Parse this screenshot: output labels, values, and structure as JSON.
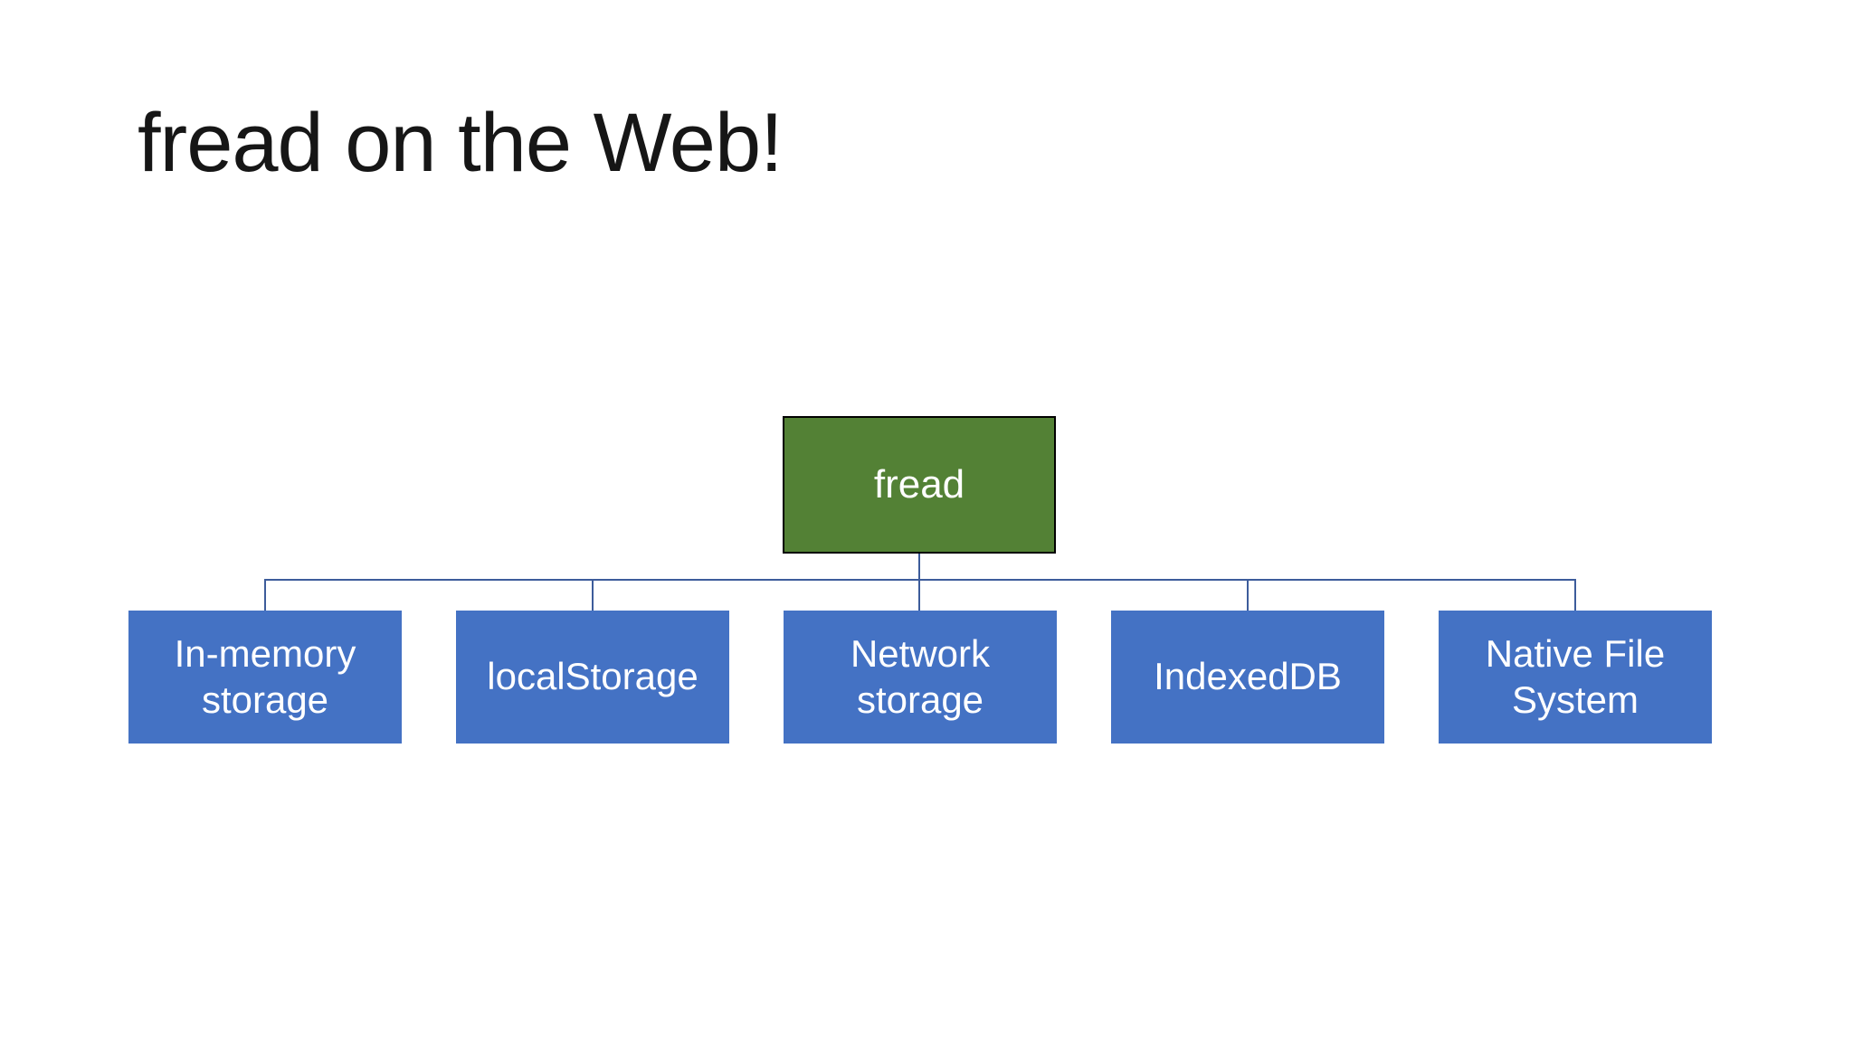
{
  "slide": {
    "title": "fread on the Web!"
  },
  "diagram": {
    "root": {
      "label": "fread"
    },
    "children": [
      {
        "label": "In-memory storage"
      },
      {
        "label": "localStorage"
      },
      {
        "label": "Network storage"
      },
      {
        "label": "IndexedDB"
      },
      {
        "label": "Native File System"
      }
    ],
    "colors": {
      "background": "#ffffff",
      "title": "#161616",
      "root_fill": "#538135",
      "root_border": "#000000",
      "child_fill": "#4472c4",
      "connector": "#3d5c9b",
      "text": "#ffffff"
    }
  }
}
